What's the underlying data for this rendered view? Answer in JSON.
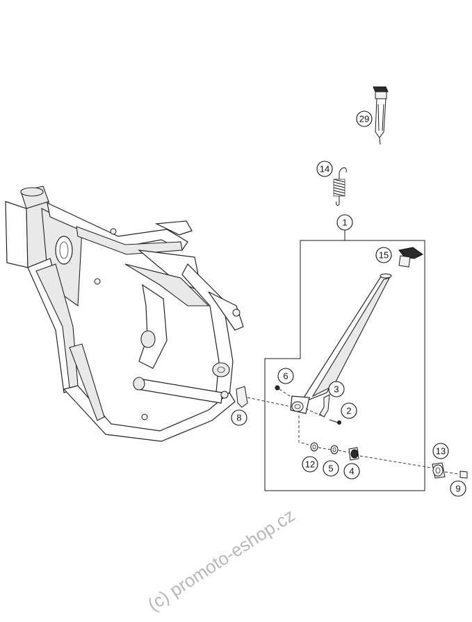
{
  "callouts": [
    {
      "id": "c29",
      "label": "29"
    },
    {
      "id": "c14",
      "label": "14"
    },
    {
      "id": "c1",
      "label": "1"
    },
    {
      "id": "c15",
      "label": "15"
    },
    {
      "id": "c6",
      "label": "6"
    },
    {
      "id": "c3",
      "label": "3"
    },
    {
      "id": "c2",
      "label": "2"
    },
    {
      "id": "c8",
      "label": "8"
    },
    {
      "id": "c12",
      "label": "12"
    },
    {
      "id": "c5",
      "label": "5"
    },
    {
      "id": "c4",
      "label": "4"
    },
    {
      "id": "c13",
      "label": "13"
    },
    {
      "id": "c9",
      "label": "9"
    }
  ],
  "watermark": "(c) promoto-eshop.cz"
}
